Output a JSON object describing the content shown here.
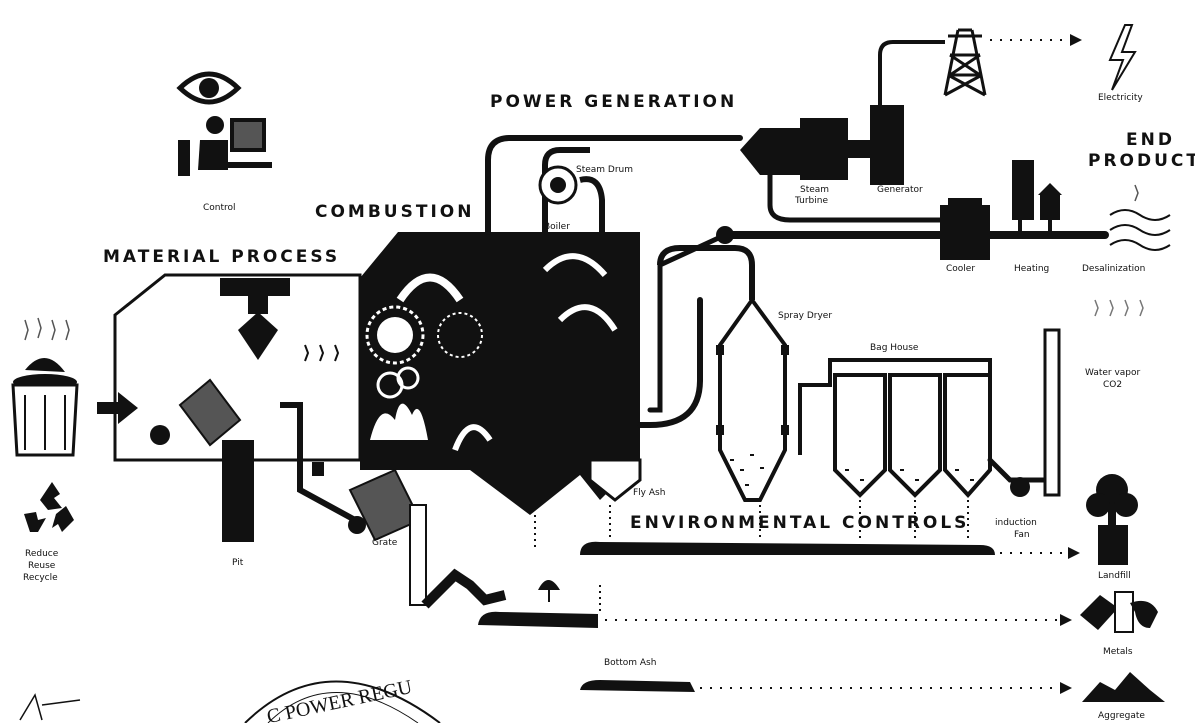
{
  "sections": {
    "power_generation": "POWER GENERATION",
    "combustion": "COMBUSTION",
    "material_process": "MATERIAL PROCESS",
    "environmental_controls": "ENVIRONMENTAL CONTROLS",
    "end_products_line1": "END",
    "end_products_line2": "PRODUCTS"
  },
  "labels": {
    "control": "Control",
    "steam_drum": "Steam Drum",
    "boiler": "Boiler",
    "steam_turbine_1": "Steam",
    "steam_turbine_2": "Turbine",
    "generator": "Generator",
    "electricity": "Electricity",
    "cooler": "Cooler",
    "heating": "Heating",
    "desalinization": "Desalinization",
    "spray_dryer": "Spray Dryer",
    "bag_house": "Bag House",
    "water_vapor_1": "Water vapor",
    "water_vapor_2": "CO2",
    "fly_ash": "Fly Ash",
    "induction_fan_1": "induction",
    "induction_fan_2": "Fan",
    "reduce": "Reduce",
    "reuse": "Reuse",
    "recycle": "Recycle",
    "pit": "Pit",
    "grate": "Grate",
    "landfill": "Landfill",
    "metals": "Metals",
    "bottom_ash": "Bottom Ash",
    "aggregate": "Aggregate"
  },
  "seal": {
    "text": "C POWER REGU"
  },
  "colors": {
    "ink": "#111111",
    "paper": "#ffffff"
  }
}
